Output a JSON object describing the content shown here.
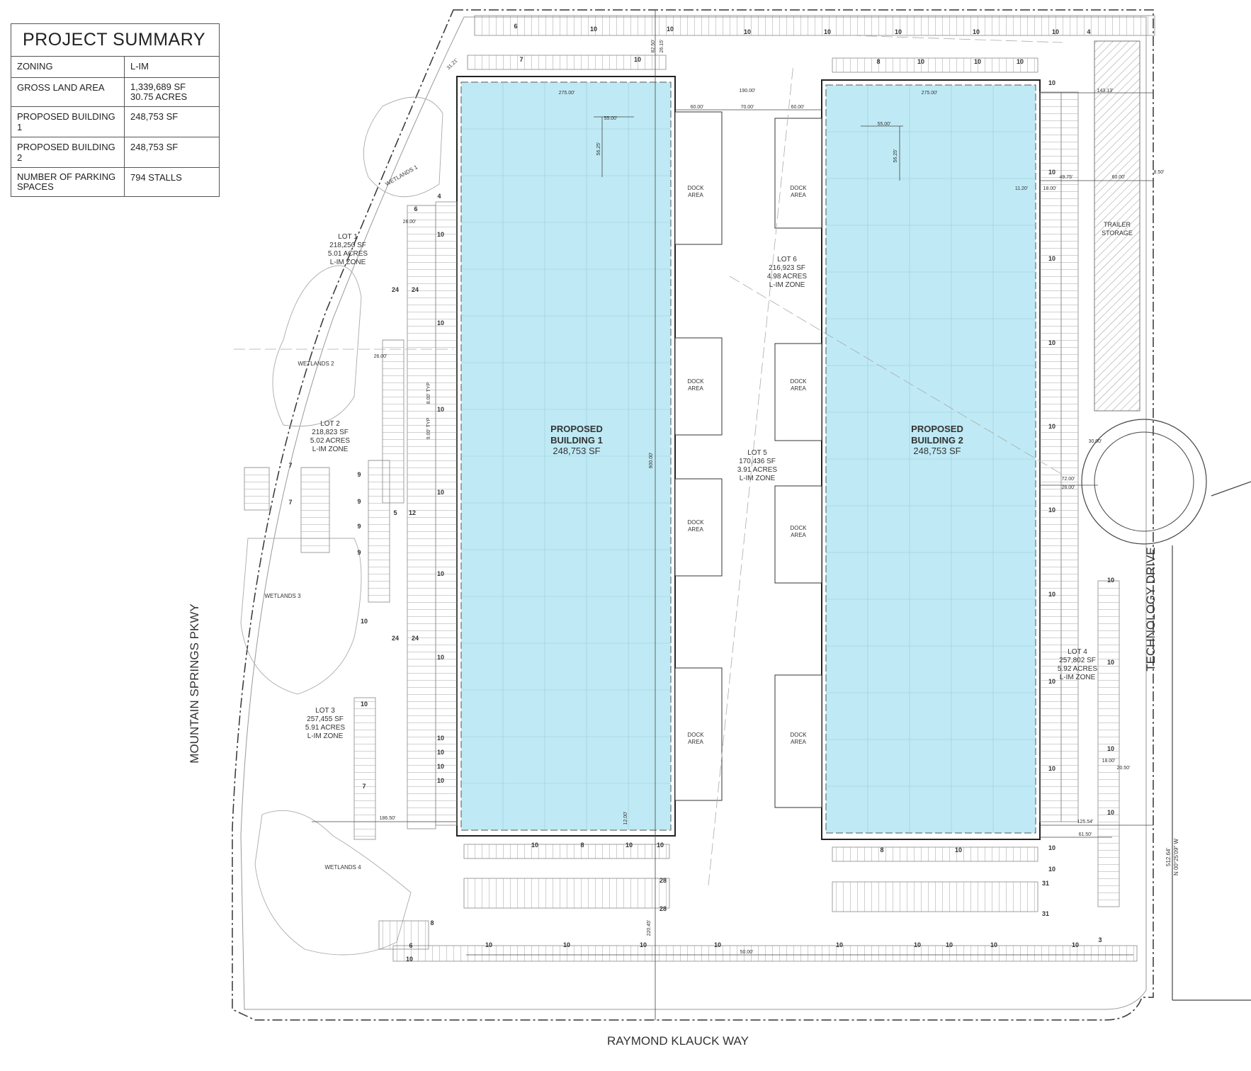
{
  "summary": {
    "title": "PROJECT SUMMARY",
    "rows": [
      {
        "label": "ZONING",
        "value": "L-IM"
      },
      {
        "label": "GROSS LAND AREA",
        "value": "1,339,689 SF\n30.75 ACRES"
      },
      {
        "label": "PROPOSED BUILDING 1",
        "value": "248,753 SF"
      },
      {
        "label": "PROPOSED BUILDING 2",
        "value": "248,753 SF"
      },
      {
        "label": "NUMBER OF PARKING\nSPACES",
        "value": "794 STALLS"
      }
    ]
  },
  "streets": {
    "west": "MOUNTAIN SPRINGS PKWY",
    "south": "RAYMOND KLAUCK WAY",
    "east": "TECHNOLOGY DRIVE"
  },
  "buildings": [
    {
      "name": "PROPOSED\nBUILDING 1",
      "area": "248,753 SF",
      "width_dim": "275.00'",
      "length_dim": "900.00'",
      "bay_w": "55.00'",
      "bay_h": "56.25'"
    },
    {
      "name": "PROPOSED\nBUILDING 2",
      "area": "248,753 SF",
      "width_dim": "275.00'",
      "bay_w": "55.00'",
      "bay_h": "56.25'"
    }
  ],
  "lots": [
    {
      "name": "LOT 1",
      "sf": "218,250 SF",
      "acres": "5.01 ACRES",
      "zone": "L-IM ZONE"
    },
    {
      "name": "LOT 2",
      "sf": "218,823 SF",
      "acres": "5.02 ACRES",
      "zone": "L-IM ZONE"
    },
    {
      "name": "LOT 3",
      "sf": "257,455 SF",
      "acres": "5.91 ACRES",
      "zone": "L-IM ZONE"
    },
    {
      "name": "LOT 4",
      "sf": "257,802 SF",
      "acres": "5.92 ACRES",
      "zone": "L-IM ZONE"
    },
    {
      "name": "LOT 5",
      "sf": "170,436 SF",
      "acres": "3.91 ACRES",
      "zone": "L-IM ZONE"
    },
    {
      "name": "LOT 6",
      "sf": "216,923 SF",
      "acres": "4.98 ACRES",
      "zone": "L-IM ZONE"
    }
  ],
  "wetlands": [
    "WETLANDS 1",
    "WETLANDS 2",
    "WETLANDS 3",
    "WETLANDS 4"
  ],
  "dock_label": "DOCK\nAREA",
  "trailer_label": "TRAILER\nSTORAGE",
  "dims": {
    "a190": "190.00'",
    "a60": "60.00'",
    "a70": "70.00'",
    "a143": "143.13'",
    "a4975": "49.75'",
    "a6000": "60.00'",
    "a850": "8.50'",
    "a1120": "11.20'",
    "a1800": "18.00'",
    "a7200": "72.00'",
    "a2600": "26.00'",
    "a3000": "30.00'",
    "a186": "186.50'",
    "a12": "12.00'",
    "a12554": "125.54'",
    "a6150": "61.50'",
    "a5000": "50.00'",
    "a22045": "220.45'",
    "a51264": "512.64'",
    "bearing": "N 00°25'09\" W",
    "a2050": "20.50'",
    "a800typ": "8.00' TYP",
    "a900typ": "9.00' TYP",
    "a8250": "82.50'",
    "a2615": "26.15'",
    "a3121": "31.21'"
  },
  "stall_counts": {
    "top_row": [
      "6",
      "10",
      "10",
      "10",
      "10",
      "10",
      "10",
      "10",
      "4"
    ],
    "top_b1": [
      "7",
      "10"
    ],
    "top_b2": [
      "8",
      "10",
      "10",
      "10"
    ],
    "west_col": [
      "4",
      "6",
      "10",
      "24",
      "24",
      "10",
      "10",
      "10",
      "10",
      "10",
      "24",
      "24",
      "10",
      "10",
      "10",
      "10"
    ],
    "east_col": [
      "10",
      "10",
      "10",
      "10",
      "10",
      "10",
      "10",
      "10",
      "10",
      "10",
      "10",
      "10",
      "10",
      "10",
      "10"
    ],
    "lot2": [
      "7",
      "9",
      "9",
      "9",
      "9",
      "5",
      "12",
      "7"
    ],
    "bottom_row": [
      "10",
      "10",
      "10",
      "10",
      "10",
      "10",
      "10",
      "10",
      "10",
      "10",
      "3"
    ],
    "bottom_b1": [
      "10",
      "8",
      "10",
      "10",
      "28",
      "28"
    ],
    "bottom_b2": [
      "8",
      "10",
      "31",
      "31"
    ],
    "lot3": [
      "10",
      "10",
      "7"
    ],
    "sw": [
      "8",
      "6"
    ]
  },
  "colors": {
    "building": "#bfeaf5",
    "line": "#333333",
    "stall": "#777777",
    "count": "#c0392b"
  }
}
